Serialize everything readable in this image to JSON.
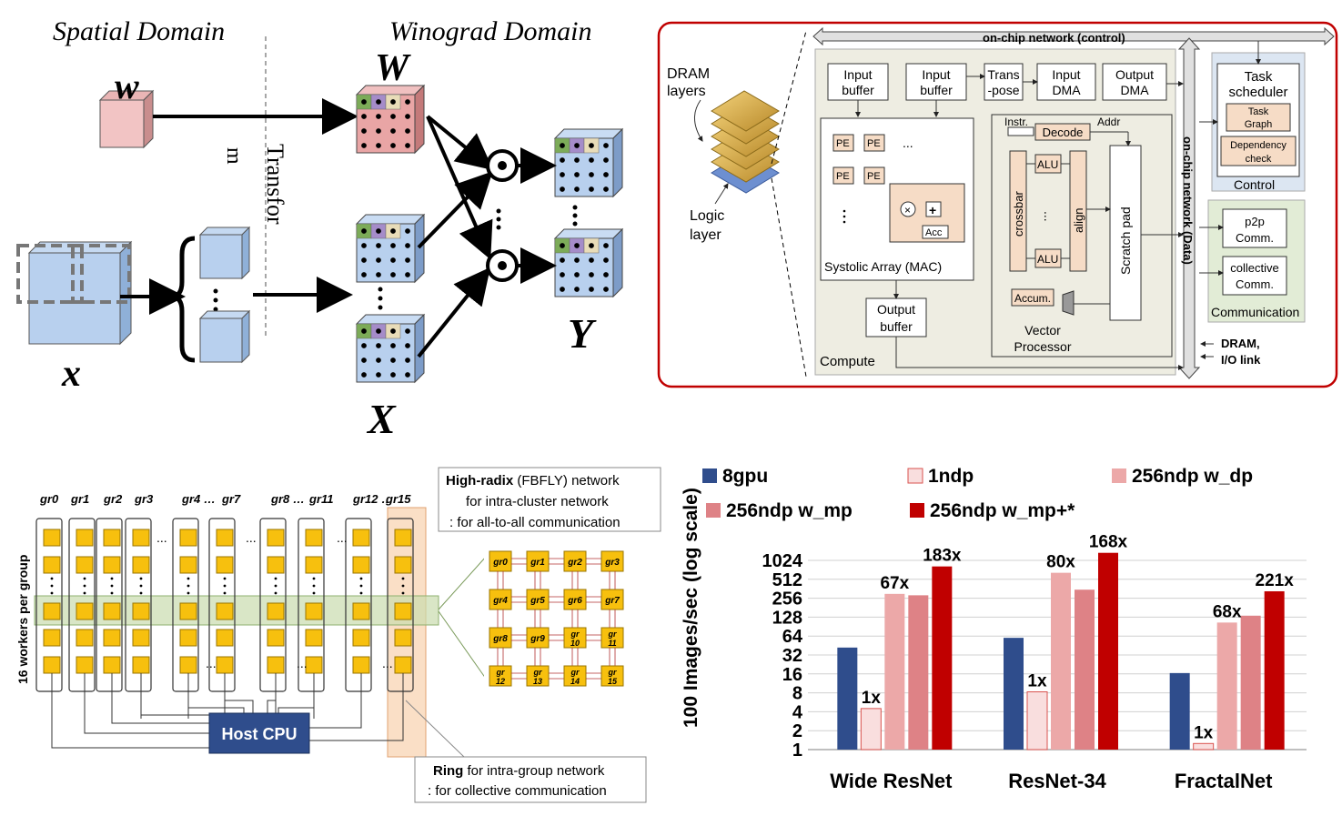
{
  "winograd": {
    "spatial_label": "Spatial Domain",
    "winograd_label": "Winograd Domain",
    "transform_label": "Transfor",
    "transform_label2": "m",
    "w_small": "w",
    "W_big": "W",
    "x_small": "x",
    "X_big": "X",
    "Y_big": "Y"
  },
  "accelerator": {
    "noc_control": "on-chip network (control)",
    "noc_data": "on-chip network (Data)",
    "dram_layers": [
      "DRAM",
      "layers"
    ],
    "logic_layer": [
      "Logic",
      "layer"
    ],
    "input_buffer_1": [
      "Input",
      "buffer"
    ],
    "input_buffer_2": [
      "Input",
      "buffer"
    ],
    "transpose": [
      "Trans",
      "-pose"
    ],
    "input_dma": [
      "Input",
      "DMA"
    ],
    "output_dma": [
      "Output",
      "DMA"
    ],
    "pe": "PE",
    "systolic": "Systolic Array (MAC)",
    "acc": "Acc",
    "output_buffer": [
      "Output",
      "buffer"
    ],
    "compute": "Compute",
    "instr": "Instr.",
    "decode": "Decode",
    "addr": "Addr",
    "crossbar": "crossbar",
    "alu": "ALU",
    "align": "align",
    "scratch_pad": "Scratch pad",
    "accum": "Accum.",
    "vector_processor": [
      "Vector",
      "Processor"
    ],
    "task_scheduler": [
      "Task",
      "scheduler"
    ],
    "task_graph": [
      "Task",
      "Graph"
    ],
    "dependency_check": [
      "Dependency",
      "check"
    ],
    "control": "Control",
    "p2p": [
      "p2p",
      "Comm."
    ],
    "collective": [
      "collective",
      "Comm."
    ],
    "communication": "Communication",
    "dram_io": [
      "DRAM,",
      "I/O link"
    ],
    "dots": "..."
  },
  "topology": {
    "group_labels": [
      "gr0",
      "gr1",
      "gr2",
      "gr3",
      "gr4 …",
      "gr7",
      "gr8 …",
      "gr11",
      "gr12 …",
      "gr15"
    ],
    "y_label": "16 workers per group",
    "host_cpu": "Host CPU",
    "highradix_bold": "High-radix",
    "highradix_rest": " (FBFLY) network",
    "highradix_line2": "for intra-cluster network",
    "highradix_line3": ": for all-to-all communication",
    "ring_bold": "Ring",
    "ring_rest": " for intra-group network",
    "ring_line2": ": for collective communication",
    "grid_nodes": [
      "gr0",
      "gr1",
      "gr2",
      "gr3",
      "gr4",
      "gr5",
      "gr6",
      "gr7",
      "gr8",
      "gr9",
      "gr 10",
      "gr 11",
      "gr 12",
      "gr 13",
      "gr 14",
      "gr 15"
    ]
  },
  "chart_data": {
    "type": "bar",
    "ylabel": "100 Images/sec (log scale)",
    "yscale": "log2",
    "yticks": [
      1,
      2,
      4,
      8,
      16,
      32,
      64,
      128,
      256,
      512,
      1024
    ],
    "ylim": [
      1,
      1024
    ],
    "categories": [
      "Wide ResNet",
      "ResNet-34",
      "FractalNet"
    ],
    "series": [
      {
        "name": "8gpu",
        "color": "#2f4d8c",
        "values": [
          42,
          60,
          16.5
        ]
      },
      {
        "name": "1ndp",
        "color": "#f9dede",
        "values": [
          4.5,
          8.3,
          1.25
        ]
      },
      {
        "name": "256ndp w_dp",
        "color": "#eca8a8",
        "values": [
          300,
          650,
          105
        ]
      },
      {
        "name": "256ndp w_mp",
        "color": "#de8286",
        "values": [
          285,
          350,
          135
        ]
      },
      {
        "name": "256ndp w_mp+*",
        "color": "#c00000",
        "values": [
          820,
          1350,
          330
        ]
      }
    ],
    "annotations": [
      {
        "category": "Wide ResNet",
        "series": "1ndp",
        "text": "1x"
      },
      {
        "category": "Wide ResNet",
        "series": "256ndp w_dp",
        "text": "67x"
      },
      {
        "category": "Wide ResNet",
        "series": "256ndp w_mp+*",
        "text": "183x"
      },
      {
        "category": "ResNet-34",
        "series": "1ndp",
        "text": "1x"
      },
      {
        "category": "ResNet-34",
        "series": "256ndp w_dp",
        "text": "80x"
      },
      {
        "category": "ResNet-34",
        "series": "256ndp w_mp+*",
        "text": "168x"
      },
      {
        "category": "FractalNet",
        "series": "1ndp",
        "text": "1x"
      },
      {
        "category": "FractalNet",
        "series": "256ndp w_dp",
        "text": "68x"
      },
      {
        "category": "FractalNet",
        "series": "256ndp w_mp+*",
        "text": "221x"
      }
    ],
    "grid": true,
    "legend_position": "top"
  }
}
